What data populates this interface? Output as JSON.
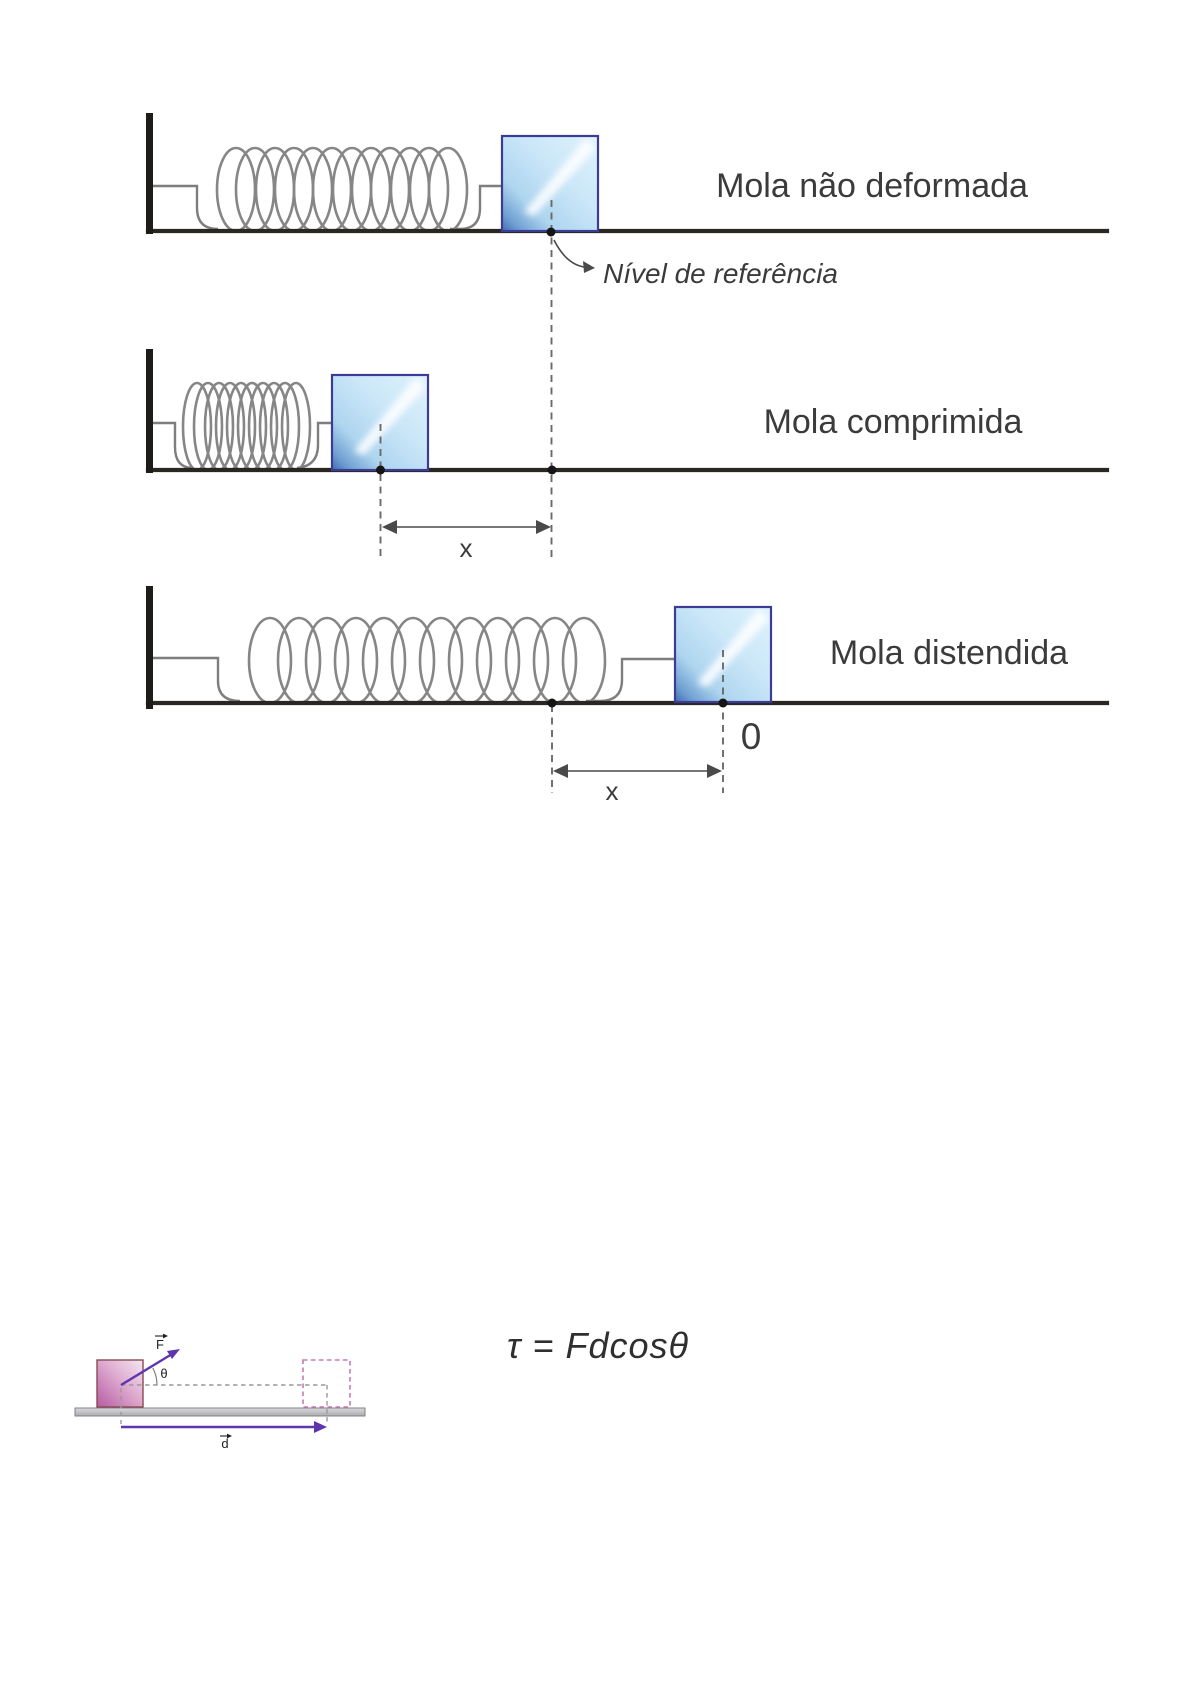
{
  "page": {
    "background": "#ffffff"
  },
  "colors": {
    "line": "#2a2622",
    "spring_gray": "#868686",
    "block_border": "#3c3c96",
    "block_fill_light": "#dff2fc",
    "block_fill_dark": "#3f6db1",
    "dashed_gray": "#6a6a6a",
    "text": "#3b3b3b",
    "vector_purple": "#5d35ad",
    "pink_block_dark": "#b65ba4",
    "pink_block_light": "#f4e7f2",
    "floor_gray": "#c4c4c8"
  },
  "spring_figure": {
    "rows": [
      {
        "label": "Mola não deformada"
      },
      {
        "label": "Mola comprimida"
      },
      {
        "label": "Mola distendida"
      }
    ],
    "reference_label": "Nível de referência",
    "displacement_label": "x",
    "origin_label": "0"
  },
  "work_figure": {
    "formula": "τ = Fdcosθ",
    "force_label": "F",
    "angle_label": "θ",
    "displacement_label": "d"
  }
}
